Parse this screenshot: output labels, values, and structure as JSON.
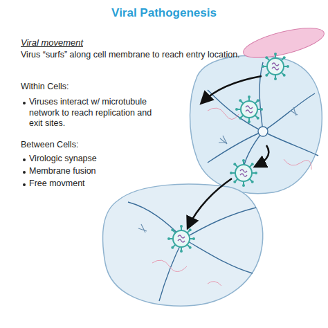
{
  "diagram": {
    "title": "Viral Pathogenesis",
    "labels": [
      "Viral movement",
      "Virus “surfs” along cell membrane to reach entry location.",
      "Within Cells:",
      "Viruses interact w/ microtubule network to reach replication and exit sites.",
      "Between Cells:",
      "Virologic synapse",
      "Membrane fusion",
      "Free movment"
    ]
  }
}
